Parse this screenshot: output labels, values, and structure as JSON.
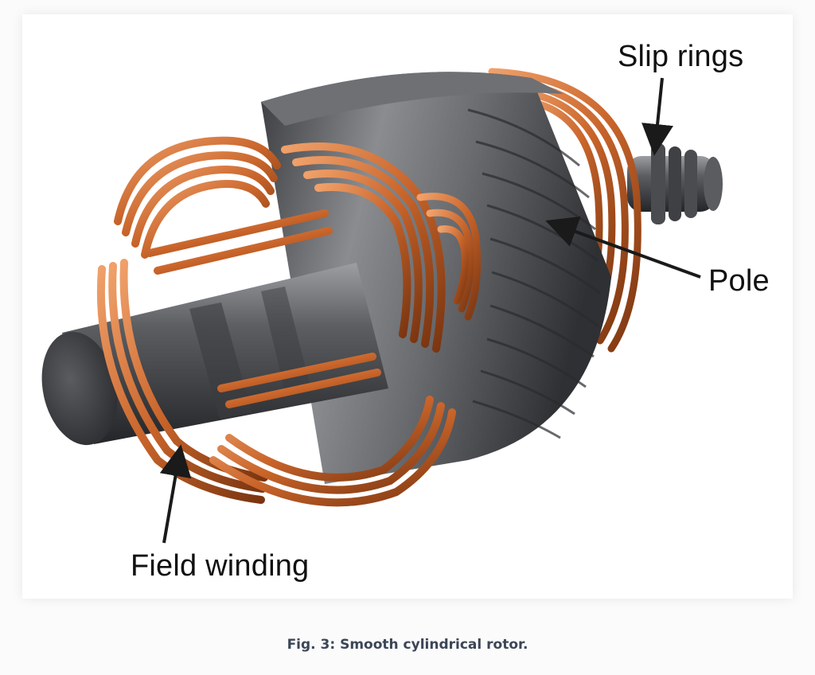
{
  "figure": {
    "labels": {
      "slip_rings": "Slip rings",
      "pole": "Pole",
      "field_winding": "Field winding"
    },
    "caption": "Fig. 3: Smooth cylindrical rotor.",
    "colors": {
      "copper": "#c8642a",
      "copper_dark": "#7a3510",
      "copper_light": "#f0a06a",
      "steel": "#5e6064",
      "steel_dark": "#2f3134",
      "steel_light": "#a2a4a8"
    }
  }
}
